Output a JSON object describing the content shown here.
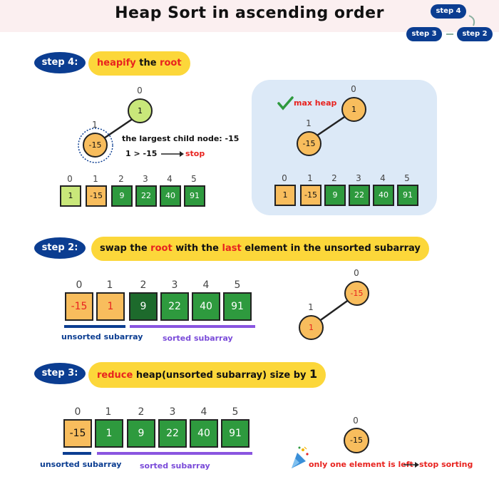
{
  "title": "Heap Sort in ascending order",
  "cycle": {
    "step4": "step 4",
    "step3": "step 3",
    "step2": "step 2"
  },
  "step4": {
    "badge": "step 4:",
    "instr_part1": "heapify",
    "instr_part2": " the ",
    "instr_part3": "root",
    "tree": {
      "root_index": "0",
      "root_value": "1",
      "child_index": "1",
      "child_value": "-15"
    },
    "note1": "the largest child node: -15",
    "note2": "1 > -15",
    "note2_result": "stop",
    "array": {
      "indices": [
        "0",
        "1",
        "2",
        "3",
        "4",
        "5"
      ],
      "values": [
        "1",
        "-15",
        "9",
        "22",
        "40",
        "91"
      ]
    },
    "max_heap": {
      "check_label": "max heap",
      "root_index": "0",
      "root_value": "1",
      "child_index": "1",
      "child_value": "-15",
      "indices": [
        "0",
        "1",
        "2",
        "3",
        "4",
        "5"
      ],
      "values": [
        "1",
        "-15",
        "9",
        "22",
        "40",
        "91"
      ]
    }
  },
  "step2": {
    "badge": "step 2:",
    "instr_part1": "swap the ",
    "instr_part2": "root",
    "instr_part3": " with the ",
    "instr_part4": "last",
    "instr_part5": " element in the unsorted subarray",
    "array": {
      "indices": [
        "0",
        "1",
        "2",
        "3",
        "4",
        "5"
      ],
      "values": [
        "-15",
        "1",
        "9",
        "22",
        "40",
        "91"
      ]
    },
    "unsorted_label": "unsorted subarray",
    "sorted_label": "sorted subarray",
    "tree": {
      "root_index": "0",
      "root_value": "-15",
      "child_index": "1",
      "child_value": "1"
    }
  },
  "step3": {
    "badge": "step 3:",
    "instr_part1": "reduce",
    "instr_part2": " heap(unsorted subarray) size by ",
    "instr_part3": "1",
    "array": {
      "indices": [
        "0",
        "1",
        "2",
        "3",
        "4",
        "5"
      ],
      "values": [
        "-15",
        "1",
        "9",
        "22",
        "40",
        "91"
      ]
    },
    "unsorted_label": "unsorted subarray",
    "sorted_label": "sorted subarray",
    "tree": {
      "root_index": "0",
      "root_value": "-15"
    },
    "final_note": "only one element is left",
    "final_result": "stop sorting"
  }
}
